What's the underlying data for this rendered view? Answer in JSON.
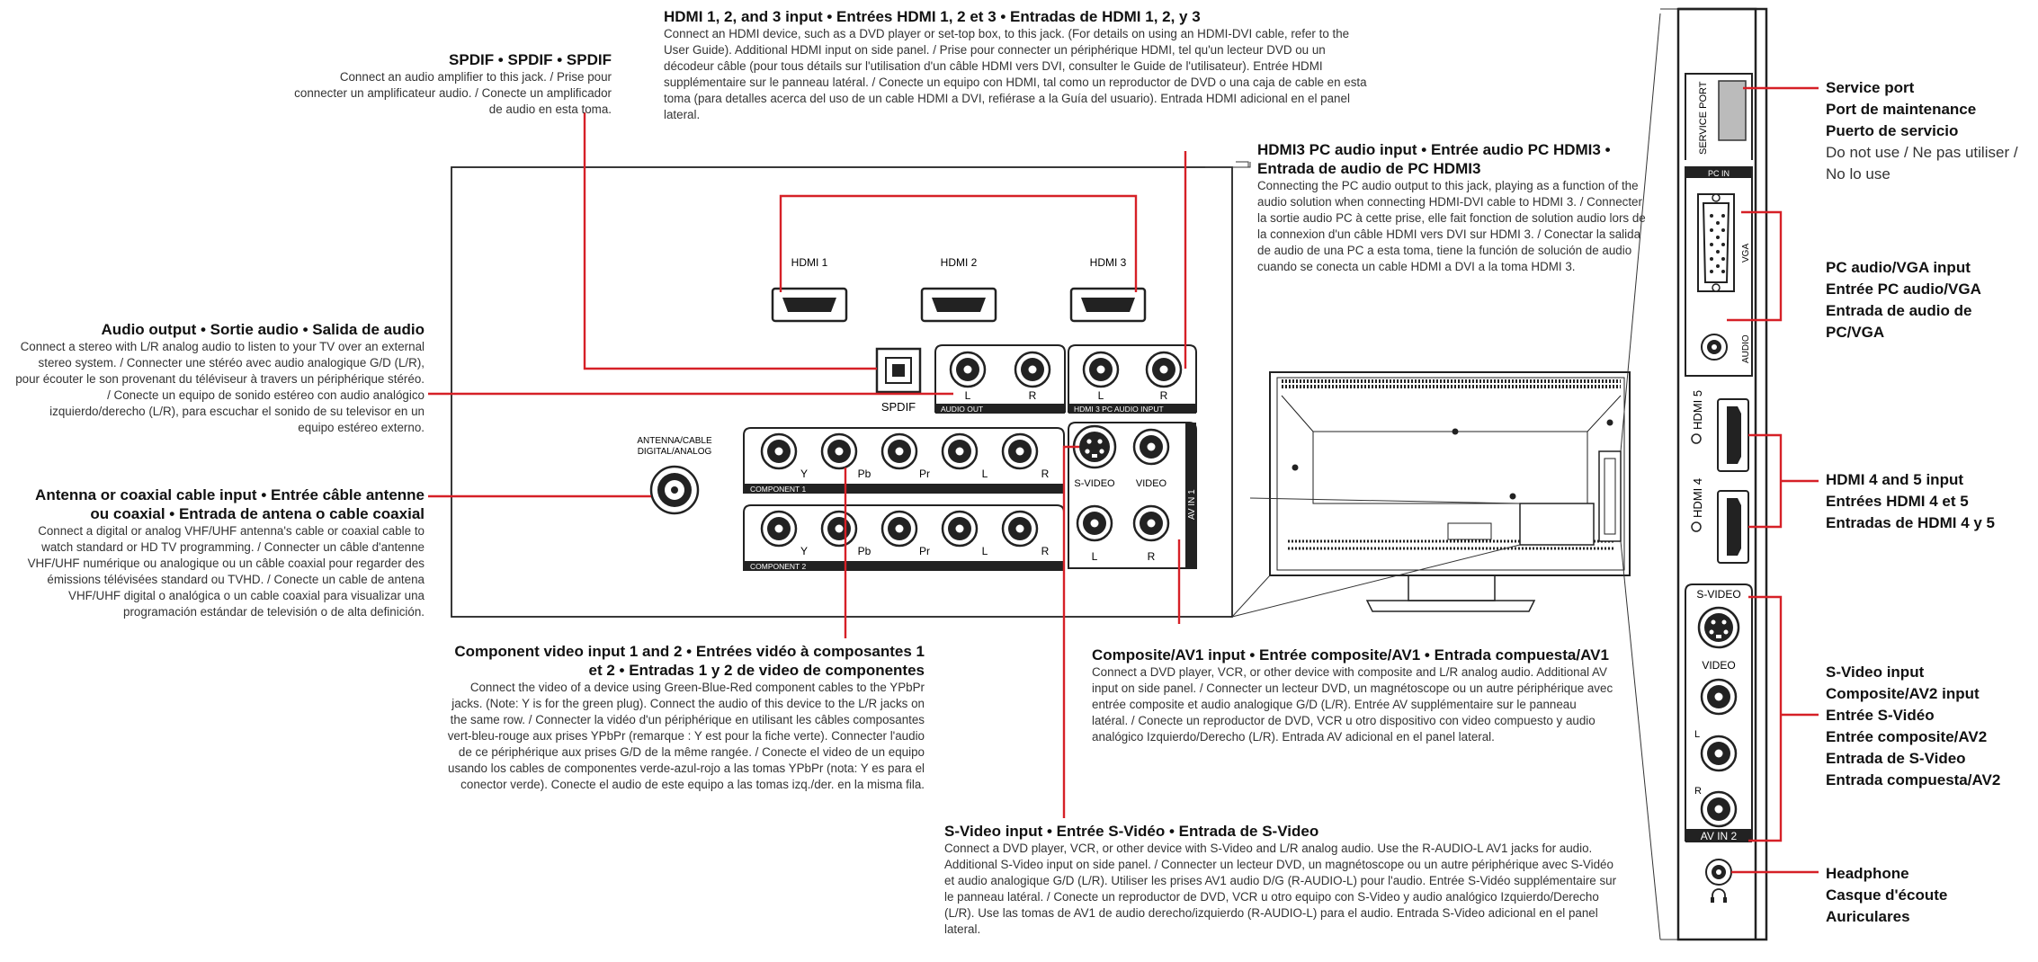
{
  "hdmi123": {
    "title": "HDMI 1, 2, and 3 input • Entrées HDMI 1, 2 et 3 • Entradas de HDMI 1, 2, y 3",
    "body": "Connect an HDMI device, such as a DVD player or set-top box, to this jack. (For details on using an HDMI-DVI cable, refer to the User Guide). Additional HDMI input on side panel. / Prise pour connecter un périphérique HDMI, tel qu'un lecteur DVD ou un décodeur câble (pour tous détails sur l'utilisation d'un câble HDMI vers DVI, consulter le Guide de l'utilisateur). Entrée HDMI supplémentaire sur le panneau latéral. / Conecte un equipo con HDMI, tal como un reproductor de DVD o una caja de cable en esta toma (para detalles acerca del uso de un cable HDMI a DVI, refiérase a la Guía del usuario). Entrada HDMI adicional en el panel lateral."
  },
  "spdif": {
    "title": "SPDIF • SPDIF • SPDIF",
    "body": "Connect an audio amplifier to this jack. / Prise pour connecter un amplificateur audio. / Conecte un amplificador de audio en esta toma."
  },
  "hdmi3pc": {
    "title": "HDMI3 PC audio input • Entrée audio PC HDMI3 • Entrada de audio de PC HDMI3",
    "body": "Connecting the PC audio output to this jack, playing as a function of the audio solution when connecting HDMI-DVI cable to HDMI 3. / Connecter la sortie audio PC à cette prise, elle fait fonction de solution audio lors de la connexion d'un câble HDMI vers DVI sur HDMI 3. / Conectar la salida de audio de una PC a esta toma, tiene la función de solución de audio cuando se conecta un cable HDMI a DVI a la toma HDMI 3."
  },
  "audioout": {
    "title": "Audio output • Sortie audio • Salida de audio",
    "body": "Connect a stereo with L/R analog audio to listen to your TV over an external stereo system. / Connecter une stéréo avec audio analogique G/D (L/R), pour écouter le son provenant du téléviseur à travers un périphérique stéréo. / Conecte un equipo de sonido estéreo con audio analógico izquierdo/derecho (L/R), para escuchar el sonido de su televisor en un equipo estéreo externo."
  },
  "antenna": {
    "title": "Antenna or coaxial cable input • Entrée câble antenne ou coaxial • Entrada de antena o cable coaxial",
    "body": "Connect a digital or analog VHF/UHF antenna's cable or coaxial cable to watch standard or HD TV programming. / Connecter un câble d'antenne VHF/UHF numérique ou analogique ou un câble coaxial pour regarder des émissions télévisées standard ou TVHD. / Conecte un cable de antena VHF/UHF digital o analógica o un cable coaxial para visualizar una programación estándar de televisión o de alta definición."
  },
  "component": {
    "title": "Component video input 1 and 2 • Entrées vidéo à composantes 1 et 2 • Entradas 1 y 2 de video de componentes",
    "body": "Connect the video of a device using Green-Blue-Red component cables to the YPbPr jacks. (Note: Y is for the green plug). Connect the audio of this device to the L/R jacks on the same row. / Connecter la vidéo d'un périphérique en utilisant les câbles composantes vert-bleu-rouge aux prises YPbPr (remarque : Y est pour la fiche verte). Connecter l'audio de ce périphérique aux prises G/D de la même rangée. / Conecte el video de un equipo usando los cables de componentes verde-azul-rojo a las tomas YPbPr (nota: Y es para el conector verde). Conecte el audio de este equipo a las tomas izq./der. en la misma fila."
  },
  "composite": {
    "title": "Composite/AV1 input • Entrée composite/AV1 • Entrada compuesta/AV1",
    "body": "Connect a DVD player, VCR, or other device with composite and L/R analog audio. Additional AV input on side panel. / Connecter un lecteur DVD, un magnétoscope ou un autre périphérique avec entrée composite et audio analogique G/D (L/R). Entrée AV supplémentaire sur le panneau latéral. / Conecte un reproductor de DVD, VCR u otro dispositivo con video compuesto y audio analógico Izquierdo/Derecho (L/R). Entrada AV adicional en el panel lateral."
  },
  "svideo": {
    "title": "S-Video input • Entrée S-Vidéo • Entrada de S-Video",
    "body": "Connect a DVD player, VCR, or other device with S-Video and L/R analog audio. Use the R-AUDIO-L AV1 jacks for audio. Additional S-Video input on side panel. / Connecter un lecteur DVD, un magnétoscope ou un autre périphérique avec S-Vidéo et audio analogique G/D (L/R). Utiliser les prises AV1 audio D/G (R-AUDIO-L) pour l'audio. Entrée S-Vidéo supplémentaire sur le panneau latéral. / Conecte un reproductor de DVD, VCR u otro equipo con S-Video y audio analógico Izquierdo/Derecho (L/R). Use las tomas de AV1 de audio derecho/izquierdo (R-AUDIO-L) para el audio. Entrada S-Video adicional en el panel lateral."
  },
  "side_labels": {
    "service": [
      "Service port",
      "Port de maintenance",
      "Puerto de servicio"
    ],
    "service_note": "Do not use / Ne pas utiliser / No lo use",
    "pc": [
      "PC audio/VGA input",
      "Entrée PC audio/VGA",
      "Entrada de audio de PC/VGA"
    ],
    "hdmi45": [
      "HDMI 4 and 5 input",
      "Entrées HDMI 4 et 5",
      "Entradas de HDMI 4 y 5"
    ],
    "av2": [
      "S-Video input",
      "Composite/AV2 input",
      "Entrée S-Vidéo",
      "Entrée composite/AV2",
      "Entrada de S-Video",
      "Entrada compuesta/AV2"
    ],
    "headphone": [
      "Headphone",
      "Casque d'écoute",
      "Auriculares"
    ]
  },
  "panel_labels": {
    "hdmi1": "HDMI 1",
    "hdmi2": "HDMI 2",
    "hdmi3": "HDMI 3",
    "spdif": "SPDIF",
    "audio_out": "AUDIO OUT",
    "hdmi3_pc_audio": "HDMI 3 PC AUDIO INPUT",
    "antenna": "ANTENNA/CABLE",
    "antenna2": "DIGITAL/ANALOG",
    "component1": "COMPONENT 1",
    "component2": "COMPONENT 2",
    "y": "Y",
    "pb": "Pb",
    "pr": "Pr",
    "l": "L",
    "r": "R",
    "svideo": "S-VIDEO",
    "video": "VIDEO",
    "av_in_1": "AV IN 1"
  },
  "side_panel_labels": {
    "service_port": "SERVICE PORT",
    "pc_in": "PC IN",
    "vga": "VGA",
    "audio": "AUDIO",
    "hdmi5": "HDMI 5",
    "hdmi4": "HDMI 4",
    "svideo": "S-VIDEO",
    "video": "VIDEO",
    "l": "L",
    "r": "R",
    "av_in_2": "AV IN 2"
  },
  "colors": {
    "callout": "#d62027",
    "panel_stroke": "#222222"
  }
}
